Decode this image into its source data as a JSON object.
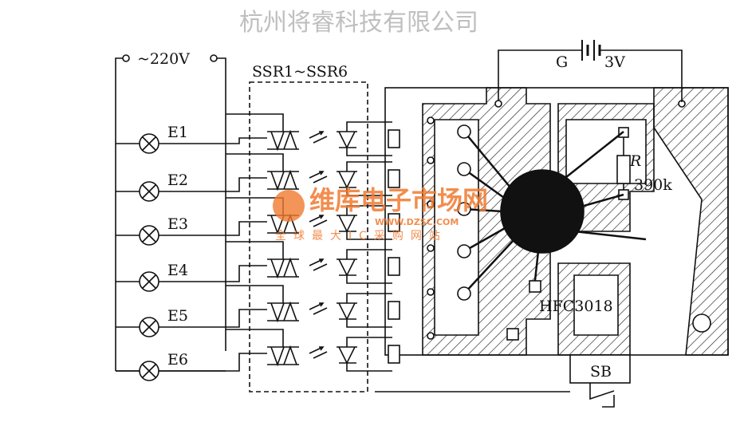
{
  "labels": {
    "supply": "~220V",
    "ssr": "SSR1~SSR6",
    "battery": "G",
    "battery_voltage": "3V",
    "resistor": "R",
    "resistor_value": "390k",
    "ic": "HFC3018",
    "switch": "SB",
    "lamps": [
      "E1",
      "E2",
      "E3",
      "E4",
      "E5",
      "E6"
    ]
  },
  "watermark": {
    "company": "杭州将睿科技有限公司",
    "brand": "维库电子市场网",
    "url": "WWW.DZSC.COM",
    "slogan": "全球最大IC采购网站"
  }
}
